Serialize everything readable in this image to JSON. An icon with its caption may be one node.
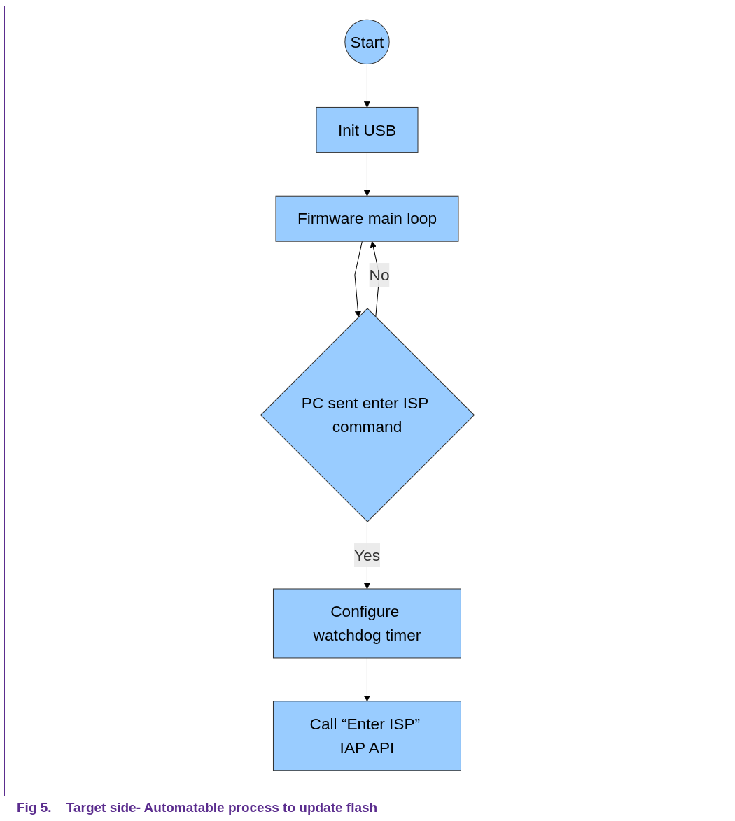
{
  "diagram": {
    "caption": "Fig 5.    Target side- Automatable process to update flash",
    "nodes": [
      {
        "text": [
          "Start"
        ]
      },
      {
        "text": [
          "Init USB"
        ]
      },
      {
        "text": [
          "Firmware main loop"
        ]
      },
      {
        "text": [
          "PC sent enter ISP command"
        ]
      },
      {
        "text": [
          "Configure watchdog timer"
        ]
      },
      {
        "text": [
          "Call “Enter ISP” IAP API"
        ]
      }
    ],
    "edges": [
      {
        "from": 0,
        "to": 1,
        "arrow": "to"
      },
      {
        "from": 1,
        "to": 2,
        "arrow": "to"
      },
      {
        "from": 2,
        "to": 3,
        "arrow": "to"
      },
      {
        "from": 3,
        "to": 2,
        "arrow": "to",
        "label": "No"
      },
      {
        "from": 3,
        "to": 4,
        "arrow": "to",
        "label": "Yes"
      },
      {
        "from": 4,
        "to": 5,
        "arrow": "to"
      }
    ]
  }
}
